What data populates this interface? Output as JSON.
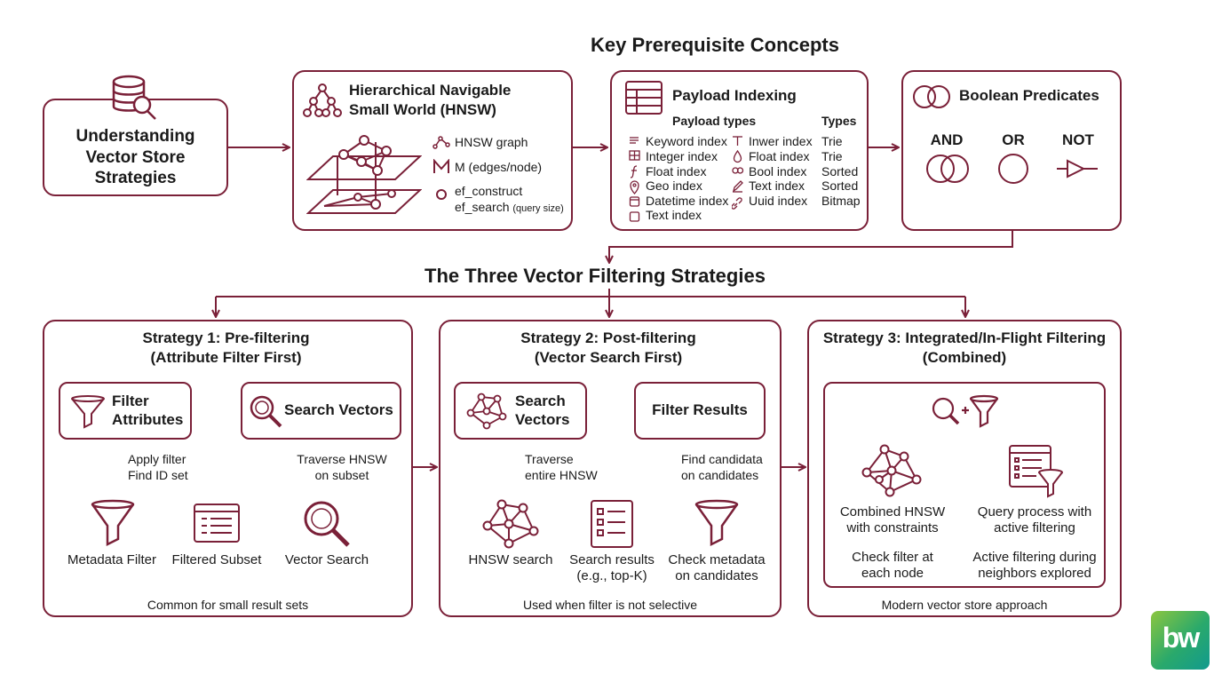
{
  "headings": {
    "prerequisites": "Key Prerequisite Concepts",
    "strategies": "The Three Vector Filtering Strategies"
  },
  "understanding": {
    "title_lines": [
      "Understanding",
      "Vector Store",
      "Strategies"
    ]
  },
  "hnsw": {
    "title_lines": [
      "Hierarchical Navigable",
      "Small World (HNSW)"
    ],
    "legend": [
      "HNSW graph",
      "M (edges/node)",
      "ef_construct",
      "ef_search"
    ],
    "query_size_note": "(query size)"
  },
  "payload": {
    "title": "Payload Indexing",
    "payload_types_header": "Payload types",
    "types_header": "Types",
    "col1": [
      "Keyword index",
      "Integer index",
      "Float index",
      "Geo index",
      "Datetime index",
      "Text index"
    ],
    "col2": [
      "Inwer index",
      "Float index",
      "Bool index",
      "Text index",
      "Uuid index"
    ],
    "col3": [
      "Trie",
      "Trie",
      "Sorted",
      "Sorted",
      "Bitmap"
    ]
  },
  "boolean": {
    "title": "Boolean Predicates",
    "ops": [
      "AND",
      "OR",
      "NOT"
    ]
  },
  "strategy1": {
    "title_lines": [
      "Strategy 1: Pre-filtering",
      "(Attribute Filter First)"
    ],
    "step1_lines": [
      "Filter",
      "Attributes"
    ],
    "step2": "Search Vectors",
    "arrow1_lines": [
      "Apply filter",
      "Find ID set"
    ],
    "arrow2_lines": [
      "Traverse HNSW",
      "on subset"
    ],
    "items": [
      "Metadata Filter",
      "Filtered Subset",
      "Vector Search"
    ],
    "footer": "Common for small result sets"
  },
  "strategy2": {
    "title_lines": [
      "Strategy 2: Post-filtering",
      "(Vector Search First)"
    ],
    "step1_lines": [
      "Search",
      "Vectors"
    ],
    "step2": "Filter Results",
    "arrow1_lines": [
      "Traverse",
      "entire HNSW"
    ],
    "arrow2_lines": [
      "Find candidata",
      "on candidates"
    ],
    "items": [
      [
        "HNSW search"
      ],
      [
        "Search results",
        "(e.g., top-K)"
      ],
      [
        "Check metadata",
        "on candidates"
      ]
    ],
    "footer": "Used when filter is not selective"
  },
  "strategy3": {
    "title_lines": [
      "Strategy 3: Integrated/In-Flight Filtering",
      "(Combined)"
    ],
    "left_lines": [
      "Combined HNSW",
      "with constraints"
    ],
    "right_lines": [
      "Query process with",
      "active filtering"
    ],
    "left_note_lines": [
      "Check filter at",
      "each node"
    ],
    "right_note_lines": [
      "Active filtering during",
      "neighbors explored"
    ],
    "footer": "Modern vector store approach"
  },
  "logo_text": "bw",
  "colors": {
    "accent": "#7a2038",
    "text": "#1a1a1a",
    "logo_green": "#2aa96b"
  }
}
